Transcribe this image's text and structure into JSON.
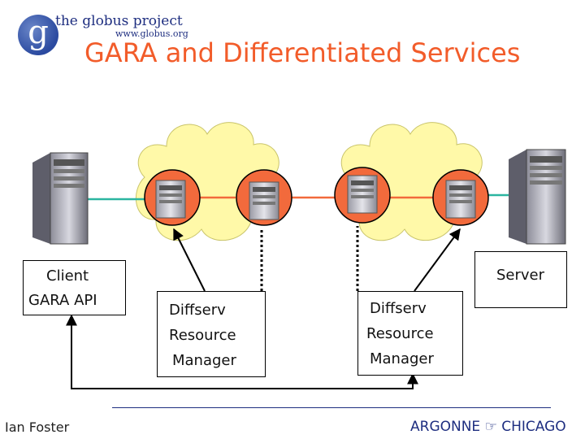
{
  "logo": {
    "letter": "g",
    "name": "the globus project",
    "url": "www.globus.org"
  },
  "title": "GARA and Differentiated Services",
  "client": {
    "line1": "Client",
    "line2": "GARA API"
  },
  "server": {
    "label": "Server"
  },
  "rm_left": {
    "line1": "Diffserv",
    "line2": "Resource",
    "line3": "Manager"
  },
  "rm_right": {
    "line1": "Diffserv",
    "line2": "Resource",
    "line3": "Manager"
  },
  "footer": {
    "author": "Ian Foster",
    "institution": "ARGONNE ☞ CHICAGO"
  },
  "colors": {
    "title": "#f25c2a",
    "cloud": "#fff9a8",
    "router": "#f26a3c",
    "link": "#f26a3c",
    "host_link": "#2bb5a0",
    "footer": "#1e2e80"
  },
  "icons": [
    "globus-logo",
    "server-tower-icon",
    "router-icon",
    "cloud-icon"
  ]
}
